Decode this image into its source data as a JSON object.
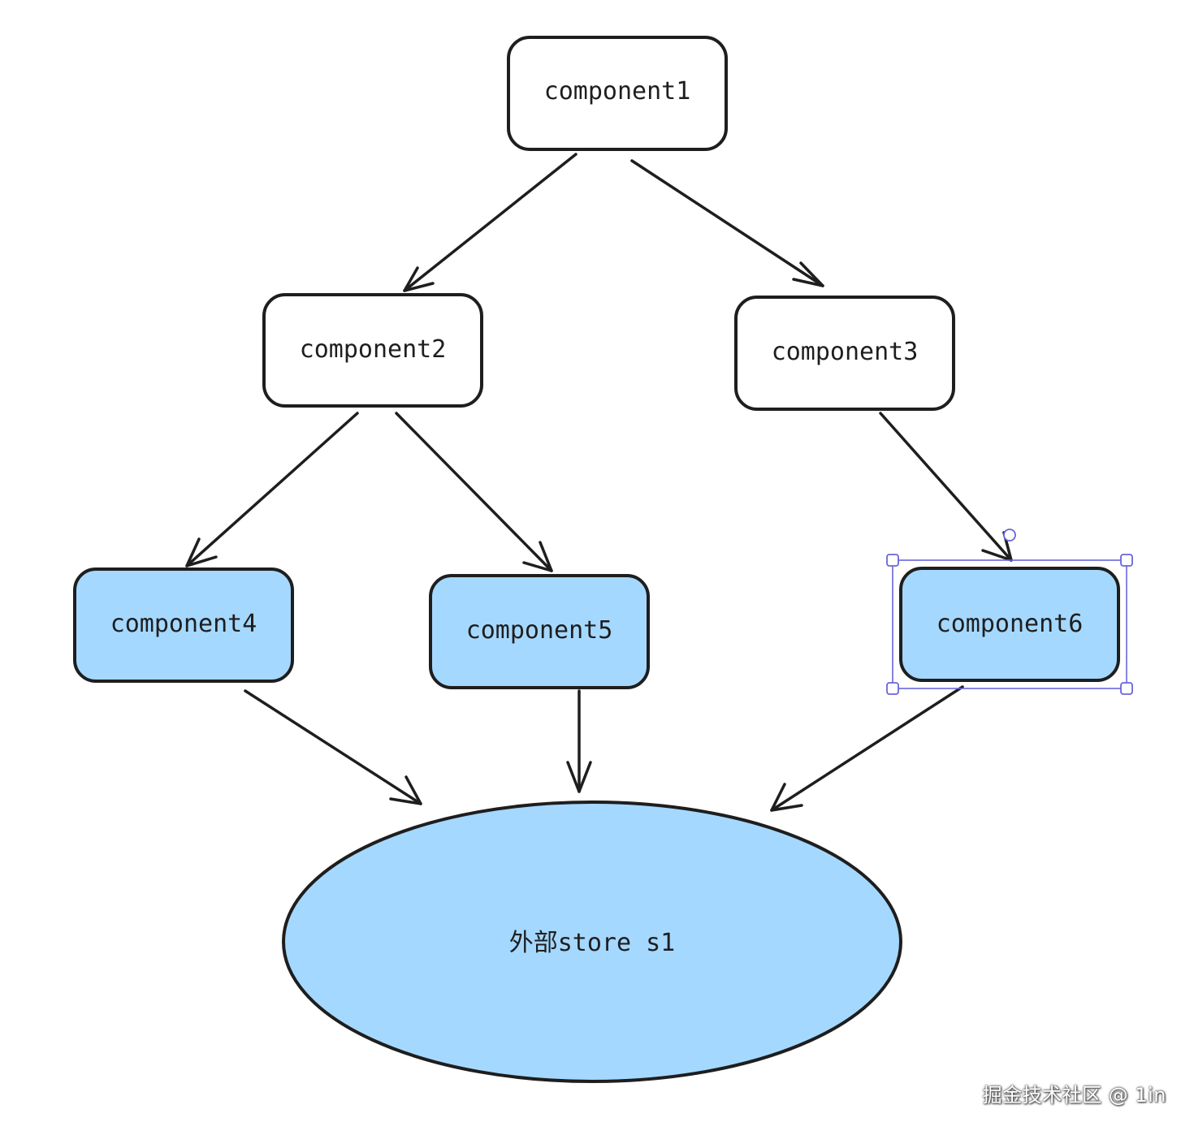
{
  "colors": {
    "stroke": "#1e1e1e",
    "white_fill": "#ffffff",
    "blue_fill": "#a5d8ff",
    "selection": "#6965db"
  },
  "nodes": {
    "component1": "component1",
    "component2": "component2",
    "component3": "component3",
    "component4": "component4",
    "component5": "component5",
    "component6": "component6",
    "store": "外部store s1"
  },
  "edges": [
    {
      "from": "component1",
      "to": "component2"
    },
    {
      "from": "component1",
      "to": "component3"
    },
    {
      "from": "component2",
      "to": "component4"
    },
    {
      "from": "component2",
      "to": "component5"
    },
    {
      "from": "component3",
      "to": "component6"
    },
    {
      "from": "component4",
      "to": "store"
    },
    {
      "from": "component5",
      "to": "store"
    },
    {
      "from": "component6",
      "to": "store"
    }
  ],
  "selected_node": "component6",
  "watermark": "掘金技术社区 @ 1in"
}
